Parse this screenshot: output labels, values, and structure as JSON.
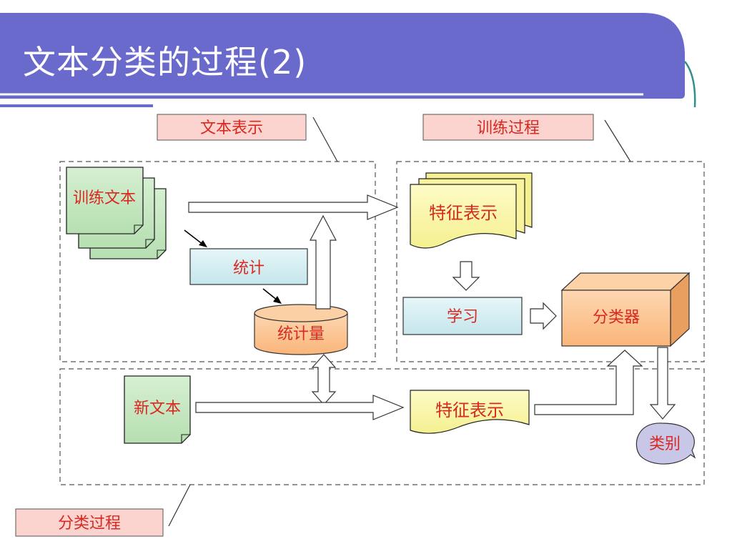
{
  "slide": {
    "title": "文本分类的过程(2)"
  },
  "callouts": {
    "text_representation": "文本表示",
    "training_process": "训练过程",
    "classification_process": "分类过程"
  },
  "nodes": {
    "training_text": "训练文本",
    "statistics": "统计",
    "statistical_quantity": "统计量",
    "feature_representation_train": "特征表示",
    "learning": "学习",
    "classifier": "分类器",
    "new_text": "新文本",
    "feature_representation_new": "特征表示",
    "category": "类别"
  },
  "colors": {
    "title_bar": "#6a6acd",
    "teal_accent": "#2f8f8f",
    "callout_fill": "#fbd4d0",
    "doc_green": "#c7e9c3",
    "stat_blue": "#d6eef2",
    "cylinder_orange": "#fcc18e",
    "note_yellow": "#fbf8a6",
    "classifier_orange": "#fcc38f",
    "category_lavender": "#c8c7e8",
    "label_red": "#d9281f"
  }
}
